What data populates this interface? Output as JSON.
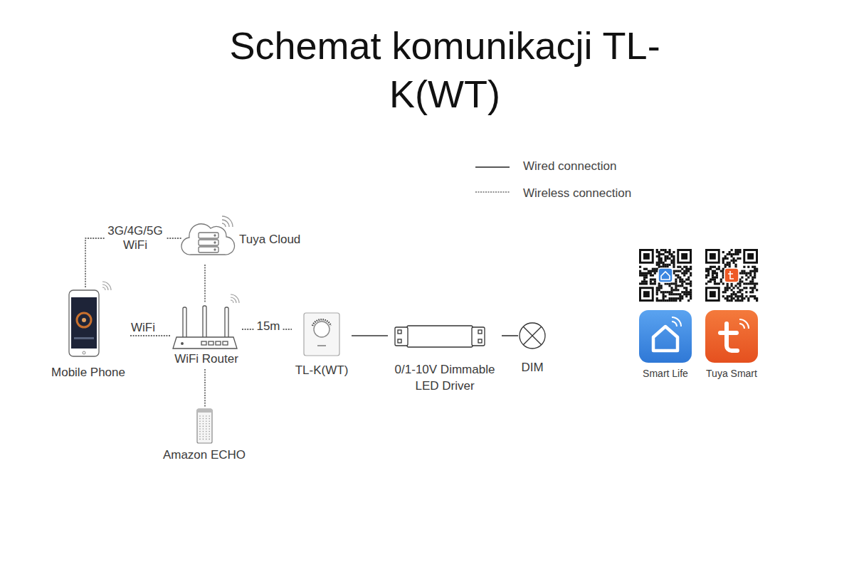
{
  "diagram": {
    "title": "Schemat komunikacji TL-K(WT)",
    "nodes": [
      {
        "text": [
          "Tuya Cloud"
        ]
      },
      {
        "text": [
          "Mobile Phone"
        ]
      },
      {
        "text": [
          "WiFi Router"
        ]
      },
      {
        "text": [
          "TL-K(WT)"
        ]
      },
      {
        "text": [
          "0/1-10V Dimmable LED Driver"
        ]
      },
      {
        "text": [
          "DIM"
        ]
      },
      {
        "text": [
          "Amazon ECHO"
        ]
      },
      {
        "text": [
          "Smart Life"
        ]
      },
      {
        "text": [
          "Tuya Smart"
        ]
      }
    ],
    "edges": [
      {
        "from": 1,
        "to": 0,
        "label": "3G/4G/5G WiFi",
        "arrow": "none"
      },
      {
        "from": 0,
        "to": 2,
        "arrow": "none"
      },
      {
        "from": 1,
        "to": 2,
        "label": "WiFi",
        "arrow": "none"
      },
      {
        "from": 2,
        "to": 3,
        "label": "15m",
        "arrow": "none"
      },
      {
        "from": 3,
        "to": 4,
        "arrow": "none"
      },
      {
        "from": 4,
        "to": 5,
        "arrow": "none"
      },
      {
        "from": 2,
        "to": 6,
        "arrow": "none"
      }
    ],
    "legend": [
      {
        "text": "Wired connection"
      },
      {
        "text": "Wireless connection"
      }
    ]
  }
}
